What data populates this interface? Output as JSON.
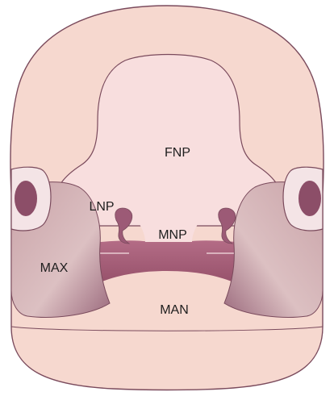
{
  "labels": {
    "fnp": "FNP",
    "lnp": "LNP",
    "mnp": "MNP",
    "max": "MAX",
    "man": "MAN"
  },
  "colors": {
    "face": "#f6d8cf",
    "outline": "#7a4a5c",
    "nasal": "#f8dede",
    "mouth": "#a45a74",
    "maxillary": "#d6b3b5",
    "eye_ring": "#f4e4e6",
    "eye": "#8c4e68"
  }
}
